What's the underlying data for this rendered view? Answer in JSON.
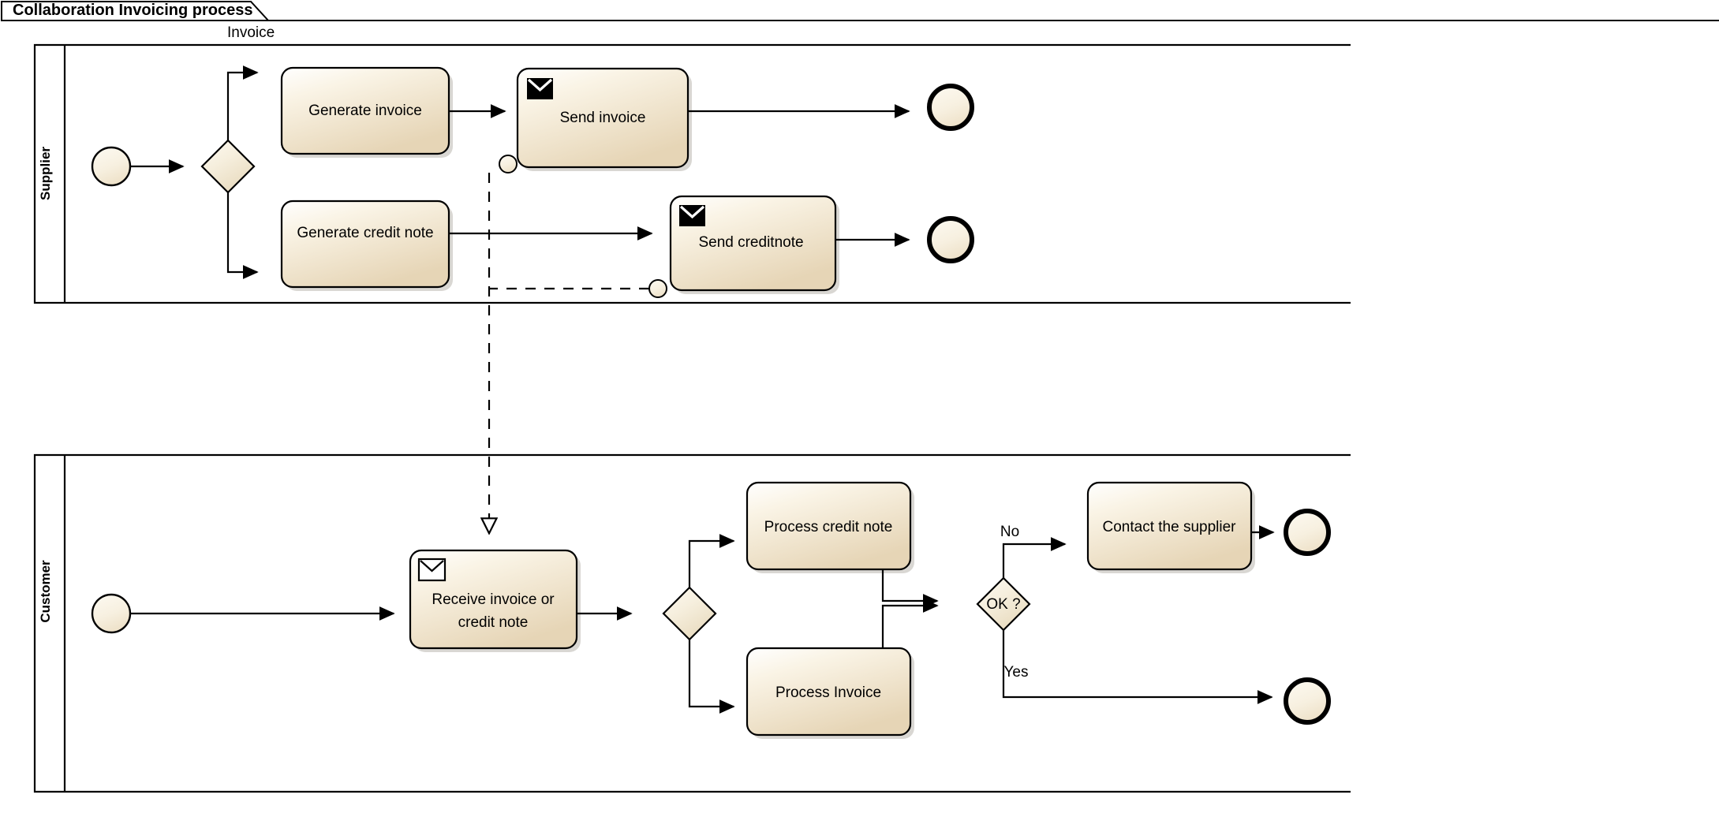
{
  "diagram": {
    "title": "Collaboration Invoicing process",
    "type": "bpmn-collaboration",
    "colors": {
      "shape_fill_light": "#faf4e6",
      "shape_fill_dark": "#e8d9bd",
      "stroke": "#000000",
      "background": "#ffffff",
      "shadow": "#b9b6ae"
    }
  },
  "message_flows": [
    {
      "label": "Invoice",
      "from": "Send invoice",
      "to": "Receive invoice or credit note",
      "style": "dashed"
    },
    {
      "label": "",
      "from": "Send creditnote",
      "to": "Receive invoice or credit note",
      "style": "dashed"
    }
  ],
  "pools": [
    {
      "name": "Supplier",
      "label": "Supplier",
      "elements": [
        {
          "id": "supplier-start",
          "type": "start-event",
          "label": ""
        },
        {
          "id": "supplier-gateway",
          "type": "exclusive-gateway",
          "label": ""
        },
        {
          "id": "generate-invoice",
          "type": "task",
          "label": "Generate invoice"
        },
        {
          "id": "send-invoice",
          "type": "send-task",
          "label": "Send invoice",
          "marker": "envelope-filled"
        },
        {
          "id": "supplier-end-1",
          "type": "end-event",
          "label": ""
        },
        {
          "id": "generate-credit-note",
          "type": "task",
          "label": "Generate credit note"
        },
        {
          "id": "send-creditnote",
          "type": "send-task",
          "label": "Send creditnote",
          "marker": "envelope-filled"
        },
        {
          "id": "supplier-end-2",
          "type": "end-event",
          "label": ""
        }
      ]
    },
    {
      "name": "Customer",
      "label": "Customer",
      "elements": [
        {
          "id": "customer-start",
          "type": "start-event",
          "label": ""
        },
        {
          "id": "receive-invoice",
          "type": "receive-task",
          "label": "Receive invoice or credit note",
          "marker": "envelope-outline"
        },
        {
          "id": "customer-gateway",
          "type": "exclusive-gateway",
          "label": ""
        },
        {
          "id": "process-credit-note",
          "type": "task",
          "label": "Process credit note"
        },
        {
          "id": "process-invoice",
          "type": "task",
          "label": "Process Invoice"
        },
        {
          "id": "ok-gateway",
          "type": "exclusive-gateway",
          "label": "OK ?"
        },
        {
          "id": "contact-supplier",
          "type": "task",
          "label": "Contact the supplier"
        },
        {
          "id": "customer-end-1",
          "type": "end-event",
          "label": ""
        },
        {
          "id": "customer-end-2",
          "type": "end-event",
          "label": ""
        }
      ]
    }
  ],
  "sequence_flow_labels": {
    "no": "No",
    "yes": "Yes"
  }
}
